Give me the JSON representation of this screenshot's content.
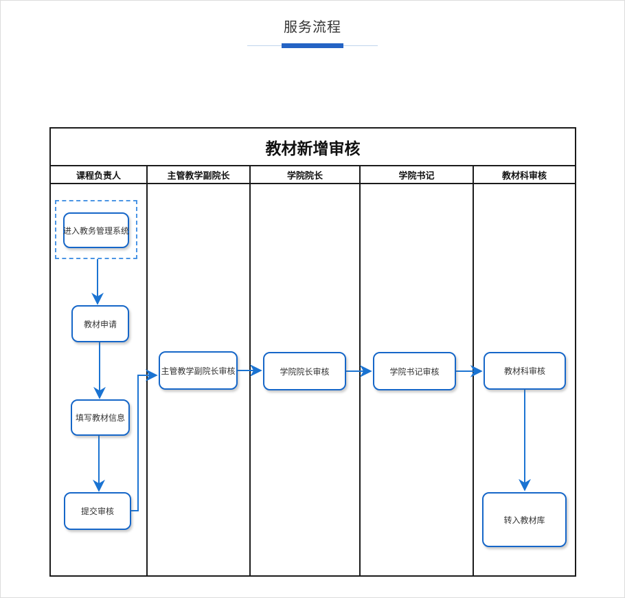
{
  "page": {
    "title": "服务流程"
  },
  "diagram": {
    "title": "教材新增审核",
    "lanes": [
      {
        "label": "课程负责人"
      },
      {
        "label": "主管教学副院长"
      },
      {
        "label": "学院院长"
      },
      {
        "label": "学院书记"
      },
      {
        "label": "教材科审核"
      }
    ],
    "nodes": [
      {
        "label": "进入教务管理系统"
      },
      {
        "label": "教材申请"
      },
      {
        "label": "填写教材信息"
      },
      {
        "label": "提交审核"
      },
      {
        "label": "主管教学副院长审核"
      },
      {
        "label": "学院院长审核"
      },
      {
        "label": "学院书记审核"
      },
      {
        "label": "教材科审核"
      },
      {
        "label": "转入教材库"
      }
    ],
    "colors": {
      "node_border": "#1566c8",
      "arrow": "#1a73d2",
      "frame_border": "#1a1a1a",
      "accent_bar": "#2463c4",
      "underline_line": "#bfd3ec",
      "dashed_group": "#4a94e4"
    }
  }
}
